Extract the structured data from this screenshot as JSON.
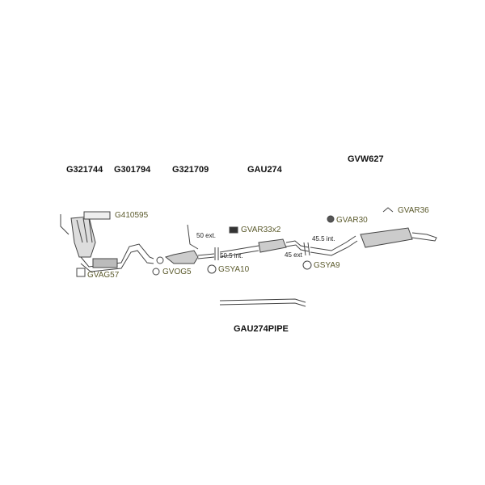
{
  "part_numbers": {
    "p1": "G321744",
    "p2": "G301794",
    "p3": "G321709",
    "p4": "GAU274",
    "p5": "GVW627",
    "p6": "GAU274PIPE"
  },
  "accessories": {
    "a1": "G410595",
    "a2": "GVAG57",
    "a3": "GVOG5",
    "a4": "GSYA10",
    "a5": "GVAR33x2",
    "a6": "GVAR30",
    "a7": "GVAR36",
    "a8": "GSYA9"
  },
  "dimensions": {
    "d1": "50 ext.",
    "d2": "50.5 int.",
    "d3": "45.5 int.",
    "d4": "45 ext"
  },
  "colors": {
    "label": "#5b5a2c",
    "line": "#444444"
  }
}
